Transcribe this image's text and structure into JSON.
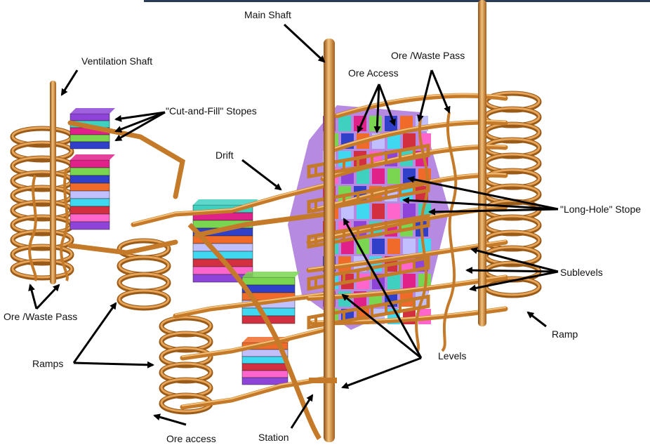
{
  "labels": {
    "main_shaft": "Main Shaft",
    "ventilation_shaft": "Ventilation Shaft",
    "ore_waste_pass_top": "Ore /Waste Pass",
    "ore_access_top": "Ore Access",
    "cut_and_fill": "\"Cut-and-Fill\" Stopes",
    "drift": "Drift",
    "long_hole": "\"Long-Hole\" Stope",
    "sublevels": "Sublevels",
    "ramp_right": "Ramp",
    "ore_waste_pass_left": "Ore /Waste Pass",
    "ramps_left": "Ramps",
    "levels": "Levels",
    "ore_access_bottom": "Ore access",
    "station": "Station"
  },
  "colors": {
    "pipe": "#d4882f",
    "pipe_highlight": "#f3c079",
    "pipe_shadow": "#8c4f12",
    "arrow": "#000000",
    "stope_palette": [
      "#8e44d8",
      "#3fd0c0",
      "#e0218a",
      "#7ad650",
      "#3040c8",
      "#f06a2a",
      "#c0c0ff",
      "#40d8f0",
      "#d23040",
      "#ff66cc"
    ]
  }
}
